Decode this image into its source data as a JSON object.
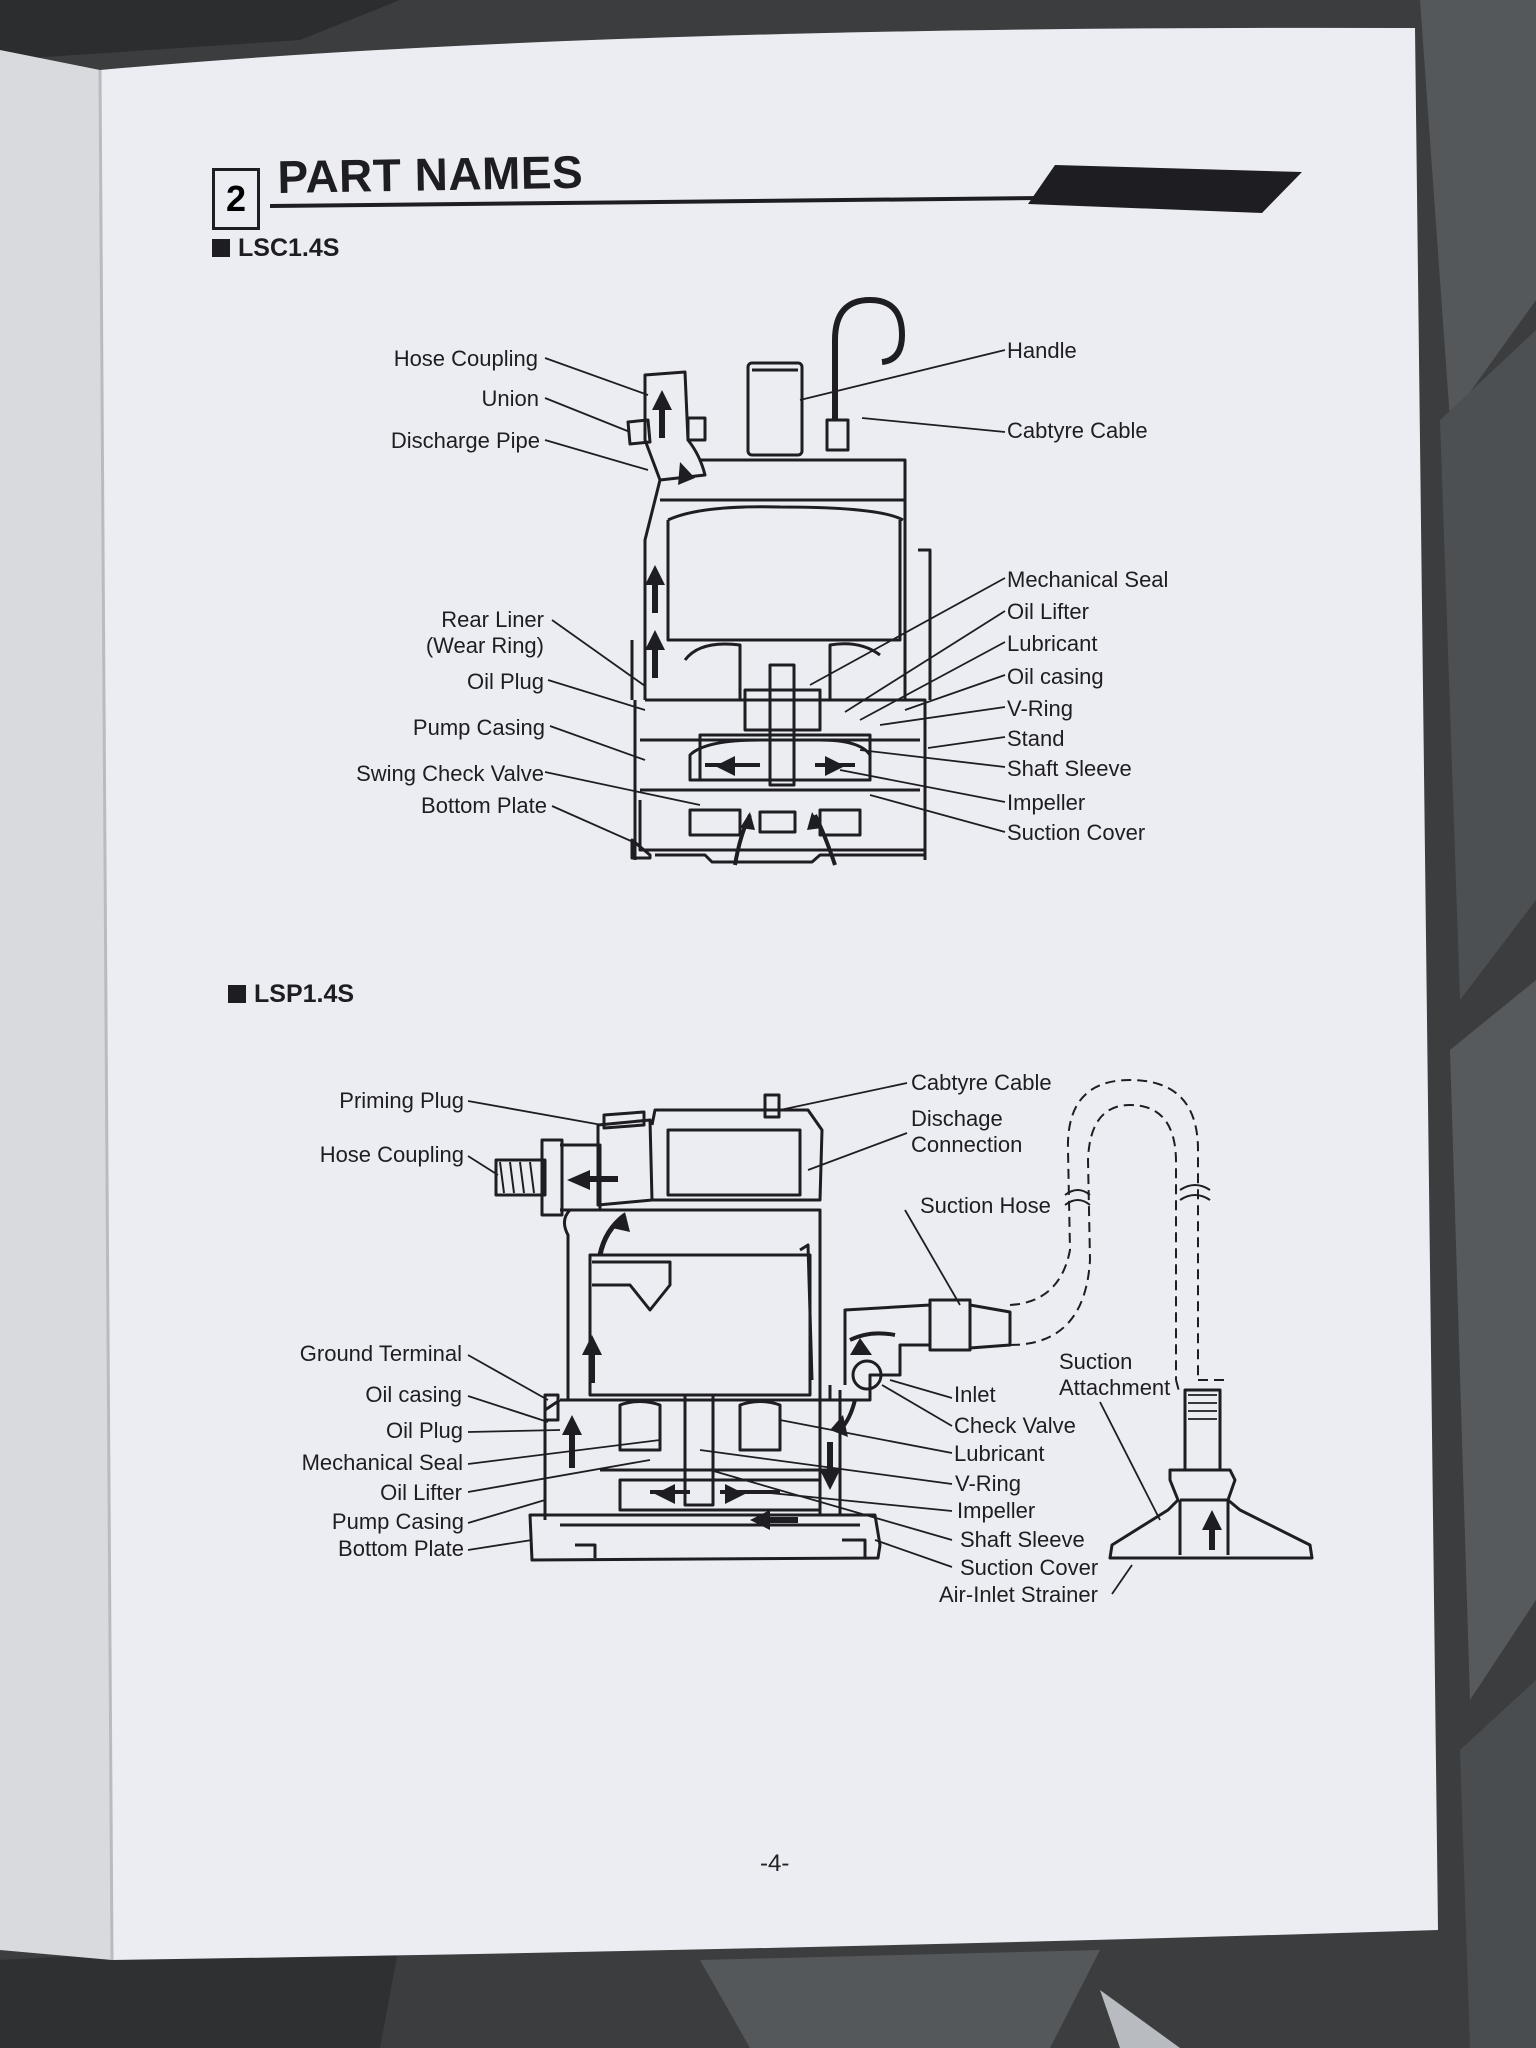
{
  "header": {
    "number": "2",
    "title": "PART NAMES"
  },
  "sections": {
    "lsc": {
      "model": "LSC1.4S",
      "left_labels": [
        "Hose Coupling",
        "Union",
        "Discharge Pipe",
        "Rear Liner\n(Wear Ring)",
        "Oil Plug",
        "Pump Casing",
        "Swing Check Valve",
        "Bottom Plate"
      ],
      "right_labels": [
        "Handle",
        "Cabtyre Cable",
        "Mechanical Seal",
        "Oil Lifter",
        "Lubricant",
        "Oil casing",
        "V-Ring",
        "Stand",
        "Shaft Sleeve",
        "Impeller",
        "Suction Cover"
      ]
    },
    "lsp": {
      "model": "LSP1.4S",
      "left_labels": [
        "Priming Plug",
        "Hose Coupling",
        "Ground Terminal",
        "Oil casing",
        "Oil Plug",
        "Mechanical Seal",
        "Oil Lifter",
        "Pump Casing",
        "Bottom Plate"
      ],
      "right_labels": [
        "Cabtyre Cable",
        "Dischage\nConnection",
        "Suction Hose",
        "Suction\nAttachment",
        "Inlet",
        "Check Valve",
        "Lubricant",
        "V-Ring",
        "Impeller",
        "Shaft Sleeve",
        "Suction Cover",
        "Air-Inlet Strainer"
      ]
    }
  },
  "page_number": "-4-",
  "colors": {
    "paper": "#ecedf2",
    "ink": "#1e1e22",
    "background": "#3a3c3e"
  }
}
